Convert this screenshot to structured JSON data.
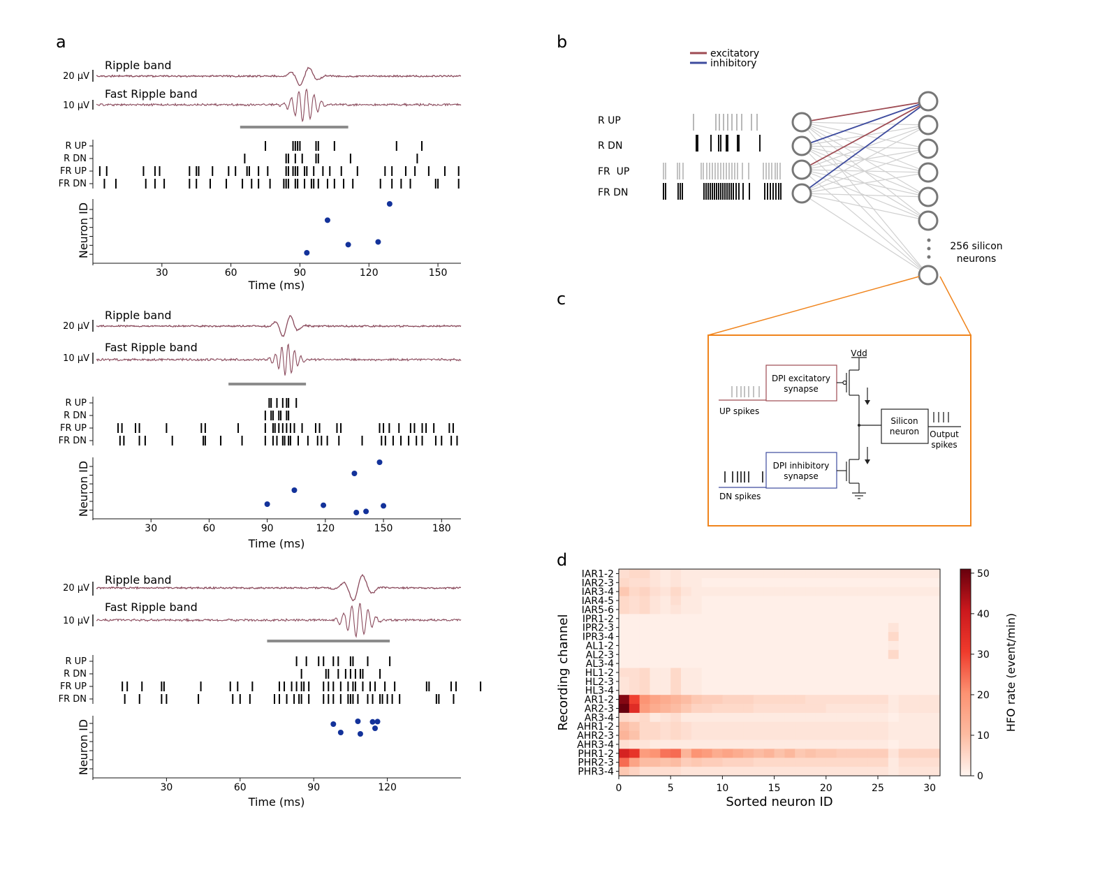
{
  "panel_letters": {
    "a": "a",
    "b": "b",
    "c": "c",
    "d": "d"
  },
  "panel_a": {
    "subplots": [
      {
        "ripple_label": "Ripple band",
        "fast_ripple_label": "Fast Ripple band",
        "ripple_scale": "20 μV",
        "fast_ripple_scale": "10 μV",
        "event_window_ms": [
          64,
          111
        ],
        "rows": [
          {
            "label": "R UP",
            "spikes": [
              75,
              87,
              88,
              89,
              90,
              97,
              98,
              105,
              132,
              143
            ]
          },
          {
            "label": "R DN",
            "spikes": [
              66,
              84,
              85,
              88,
              91,
              97,
              98,
              112,
              141
            ]
          },
          {
            "label": "FR UP",
            "spikes": [
              3,
              6,
              22,
              27,
              29,
              42,
              45,
              46,
              52,
              59,
              62,
              67,
              68,
              72,
              76,
              84,
              85,
              87,
              88,
              89,
              92,
              93,
              96,
              100,
              103,
              108,
              115,
              127,
              130,
              136,
              140,
              146,
              153,
              159
            ]
          },
          {
            "label": "FR DN",
            "spikes": [
              5,
              10,
              23,
              27,
              31,
              42,
              45,
              51,
              58,
              65,
              69,
              72,
              77,
              83,
              84,
              85,
              88,
              89,
              92,
              95,
              96,
              98,
              102,
              105,
              109,
              113,
              125,
              130,
              134,
              138,
              149,
              150,
              159
            ]
          }
        ],
        "neuron_points": [
          [
            93,
            1
          ],
          [
            102,
            7
          ],
          [
            111,
            2.5
          ],
          [
            124,
            3
          ],
          [
            129,
            10
          ]
        ],
        "xticks": [
          30,
          60,
          90,
          120,
          150
        ],
        "xmax": 160,
        "ylabel": "Neuron ID",
        "xlabel": "Time (ms)"
      },
      {
        "ripple_label": "Ripple band",
        "fast_ripple_label": "Fast Ripple band",
        "ripple_scale": "20 μV",
        "fast_ripple_scale": "10 μV",
        "event_window_ms": [
          70,
          110
        ],
        "rows": [
          {
            "label": "R UP",
            "spikes": [
              91,
              92,
              95,
              98,
              100,
              101,
              105
            ]
          },
          {
            "label": "R DN",
            "spikes": [
              89,
              92,
              93,
              96,
              97,
              100,
              101
            ]
          },
          {
            "label": "FR UP",
            "spikes": [
              13,
              15,
              22,
              24,
              38,
              56,
              58,
              75,
              89,
              93,
              94,
              96,
              98,
              100,
              102,
              104,
              108,
              115,
              117,
              126,
              128,
              148,
              150,
              153,
              158,
              164,
              166,
              170,
              172,
              176,
              184,
              186
            ]
          },
          {
            "label": "FR DN",
            "spikes": [
              14,
              16,
              24,
              27,
              41,
              57,
              58,
              66,
              77,
              89,
              93,
              95,
              98,
              99,
              101,
              102,
              106,
              111,
              116,
              118,
              121,
              127,
              139,
              149,
              151,
              155,
              159,
              163,
              167,
              170,
              177,
              180,
              185,
              188
            ]
          }
        ],
        "neuron_points": [
          [
            90,
            2.5
          ],
          [
            104,
            5
          ],
          [
            119,
            2.3
          ],
          [
            135,
            8
          ],
          [
            136,
            1
          ],
          [
            141,
            1.2
          ],
          [
            148,
            10
          ],
          [
            150,
            2.2
          ]
        ],
        "xticks": [
          30,
          60,
          90,
          120,
          150,
          180
        ],
        "xmax": 190,
        "ylabel": "Neuron ID",
        "xlabel": "Time (ms)"
      },
      {
        "ripple_label": "Ripple band",
        "fast_ripple_label": "Fast Ripple band",
        "ripple_scale": "20 μV",
        "fast_ripple_scale": "10 μV",
        "event_window_ms": [
          71,
          121
        ],
        "rows": [
          {
            "label": "R UP",
            "spikes": [
              83,
              87,
              92,
              94,
              98,
              100,
              105,
              106,
              112,
              121
            ]
          },
          {
            "label": "R DN",
            "spikes": [
              85,
              95,
              96,
              100,
              103,
              105,
              107,
              109,
              110,
              117
            ]
          },
          {
            "label": "FR UP",
            "spikes": [
              12,
              14,
              20,
              28,
              29,
              44,
              56,
              59,
              65,
              76,
              78,
              81,
              83,
              85,
              86,
              88,
              94,
              96,
              98,
              101,
              104,
              106,
              107,
              110,
              113,
              115,
              119,
              123,
              136,
              137,
              146,
              148,
              158
            ]
          },
          {
            "label": "FR DN",
            "spikes": [
              13,
              19,
              28,
              30,
              43,
              57,
              60,
              64,
              74,
              76,
              79,
              82,
              84,
              85,
              88,
              94,
              96,
              98,
              101,
              104,
              105,
              106,
              108,
              112,
              114,
              117,
              118,
              120,
              122,
              125,
              140,
              141,
              147
            ]
          }
        ],
        "neuron_points": [
          [
            98,
            7
          ],
          [
            101,
            4
          ],
          [
            108,
            8
          ],
          [
            109,
            3.5
          ],
          [
            114,
            7.8
          ],
          [
            115,
            5.5
          ],
          [
            116,
            7.9
          ]
        ],
        "xticks": [
          30,
          60,
          90,
          120
        ],
        "xmax": 150,
        "ylabel": "Neuron ID",
        "xlabel": "Time (ms)"
      }
    ]
  },
  "panel_b": {
    "legend": [
      {
        "label": "excitatory",
        "color": "#9e4a52"
      },
      {
        "label": "inhibitory",
        "color": "#3d4b9e"
      }
    ],
    "inputs": [
      {
        "label": "R UP"
      },
      {
        "label": "R DN"
      },
      {
        "label": "FR  UP"
      },
      {
        "label": "FR DN"
      }
    ],
    "output_label_line1": "256 silicon",
    "output_label_line2": "neurons"
  },
  "panel_c": {
    "vdd": "Vdd",
    "exc_box_line1": "DPI excitatory",
    "exc_box_line2": "synapse",
    "inh_box_line1": "DPI inhibitory",
    "inh_box_line2": "synapse",
    "neuron_box_line1": "Silicon",
    "neuron_box_line2": "neuron",
    "up_spikes": "UP spikes",
    "dn_spikes": "DN spikes",
    "output_line1": "Output",
    "output_line2": "spikes",
    "border_color": "#f0841c"
  },
  "chart_data": {
    "type": "heatmap",
    "title": "",
    "xlabel": "Sorted neuron ID",
    "ylabel": "Recording channel",
    "colorbar_label": "HFO rate (event/min)",
    "xticks": [
      0,
      5,
      10,
      15,
      20,
      25,
      30
    ],
    "colorbar_ticks": [
      0,
      10,
      20,
      30,
      40,
      50
    ],
    "colorscale": "Reds",
    "vmin": 0,
    "vmax": 51,
    "x_columns": 31,
    "rows": [
      "IAR1-2",
      "IAR2-3",
      "IAR3-4",
      "IAR4-5",
      "IAR5-6",
      "IPR1-2",
      "IPR2-3",
      "IPR3-4",
      "AL1-2",
      "AL2-3",
      "AL3-4",
      "HL1-2",
      "HL2-3",
      "HL3-4",
      "AR1-2",
      "AR2-3",
      "AR3-4",
      "AHR1-2",
      "AHR2-3",
      "AHR3-4",
      "PHR1-2",
      "PHR2-3",
      "PHR3-4"
    ],
    "values": [
      [
        4,
        5,
        5,
        3,
        2,
        3,
        2,
        2,
        2,
        2,
        2,
        2,
        2,
        2,
        2,
        2,
        2,
        2,
        2,
        2,
        2,
        2,
        2,
        2,
        2,
        2,
        2,
        2,
        2,
        2,
        2
      ],
      [
        5,
        4,
        4,
        3,
        2,
        3,
        2,
        2,
        1,
        1,
        1,
        1,
        1,
        1,
        1,
        1,
        1,
        1,
        1,
        1,
        1,
        1,
        1,
        1,
        1,
        1,
        1,
        1,
        1,
        1,
        1
      ],
      [
        8,
        5,
        6,
        4,
        3,
        5,
        3,
        2,
        2,
        2,
        2,
        2,
        2,
        2,
        2,
        2,
        2,
        2,
        2,
        2,
        2,
        2,
        2,
        2,
        2,
        2,
        2,
        2,
        2,
        2,
        2
      ],
      [
        5,
        4,
        5,
        3,
        2,
        4,
        2,
        2,
        1,
        1,
        1,
        1,
        1,
        1,
        1,
        1,
        1,
        1,
        1,
        1,
        1,
        1,
        1,
        1,
        1,
        1,
        1,
        1,
        1,
        1,
        1
      ],
      [
        5,
        4,
        5,
        3,
        2,
        3,
        2,
        2,
        1,
        1,
        1,
        1,
        1,
        1,
        1,
        1,
        1,
        1,
        1,
        1,
        1,
        1,
        1,
        1,
        1,
        1,
        1,
        1,
        1,
        1,
        1
      ],
      [
        1,
        1,
        1,
        1,
        1,
        1,
        1,
        1,
        1,
        1,
        1,
        1,
        1,
        1,
        1,
        1,
        1,
        1,
        1,
        1,
        1,
        1,
        1,
        1,
        1,
        1,
        1,
        1,
        1,
        1,
        1
      ],
      [
        1,
        1,
        1,
        1,
        1,
        1,
        1,
        1,
        1,
        1,
        1,
        1,
        1,
        1,
        1,
        1,
        1,
        1,
        1,
        1,
        1,
        1,
        1,
        1,
        1,
        1,
        3,
        1,
        1,
        1,
        1
      ],
      [
        1,
        1,
        1,
        1,
        1,
        1,
        1,
        1,
        1,
        1,
        1,
        1,
        1,
        1,
        1,
        1,
        1,
        1,
        1,
        1,
        1,
        1,
        1,
        1,
        1,
        1,
        5,
        1,
        1,
        1,
        1
      ],
      [
        1,
        1,
        1,
        1,
        1,
        1,
        1,
        1,
        1,
        1,
        1,
        1,
        1,
        1,
        1,
        1,
        1,
        1,
        1,
        1,
        1,
        1,
        1,
        1,
        1,
        1,
        2,
        1,
        1,
        1,
        1
      ],
      [
        1,
        1,
        1,
        1,
        1,
        1,
        1,
        1,
        1,
        1,
        1,
        1,
        1,
        1,
        1,
        1,
        1,
        1,
        1,
        1,
        1,
        1,
        1,
        1,
        1,
        1,
        5,
        1,
        1,
        1,
        1
      ],
      [
        1,
        1,
        1,
        1,
        1,
        1,
        1,
        1,
        1,
        1,
        1,
        1,
        1,
        1,
        1,
        1,
        1,
        1,
        1,
        1,
        1,
        1,
        1,
        1,
        1,
        1,
        1,
        1,
        1,
        1,
        1
      ],
      [
        4,
        4,
        5,
        2,
        2,
        5,
        2,
        2,
        1,
        1,
        1,
        1,
        1,
        1,
        1,
        1,
        1,
        1,
        1,
        1,
        1,
        1,
        1,
        1,
        1,
        1,
        1,
        1,
        1,
        1,
        1
      ],
      [
        3,
        4,
        5,
        2,
        2,
        5,
        2,
        2,
        1,
        1,
        1,
        1,
        1,
        1,
        1,
        1,
        1,
        1,
        1,
        1,
        1,
        1,
        1,
        1,
        1,
        1,
        1,
        1,
        1,
        1,
        1
      ],
      [
        3,
        4,
        5,
        2,
        2,
        5,
        2,
        2,
        1,
        1,
        1,
        1,
        1,
        1,
        1,
        1,
        1,
        1,
        1,
        1,
        1,
        1,
        1,
        1,
        1,
        1,
        1,
        1,
        1,
        1,
        1
      ],
      [
        48,
        30,
        20,
        16,
        14,
        12,
        10,
        8,
        7,
        7,
        6,
        6,
        6,
        5,
        5,
        5,
        5,
        5,
        4,
        4,
        4,
        4,
        4,
        4,
        4,
        4,
        2,
        3,
        3,
        3,
        3
      ],
      [
        51,
        35,
        18,
        14,
        12,
        10,
        8,
        6,
        6,
        5,
        5,
        5,
        5,
        4,
        4,
        4,
        4,
        4,
        4,
        4,
        3,
        3,
        3,
        3,
        3,
        3,
        2,
        3,
        3,
        3,
        3
      ],
      [
        5,
        4,
        5,
        2,
        3,
        4,
        2,
        2,
        2,
        2,
        2,
        2,
        2,
        2,
        2,
        2,
        2,
        2,
        2,
        2,
        2,
        2,
        2,
        2,
        2,
        2,
        1,
        2,
        2,
        2,
        2
      ],
      [
        10,
        8,
        5,
        5,
        4,
        5,
        4,
        3,
        3,
        3,
        3,
        3,
        3,
        3,
        3,
        3,
        3,
        3,
        3,
        3,
        3,
        3,
        3,
        3,
        3,
        3,
        2,
        2,
        2,
        2,
        2
      ],
      [
        12,
        9,
        5,
        5,
        4,
        5,
        4,
        3,
        3,
        3,
        3,
        3,
        3,
        3,
        3,
        3,
        3,
        3,
        3,
        3,
        3,
        3,
        3,
        3,
        3,
        3,
        2,
        2,
        2,
        2,
        2
      ],
      [
        4,
        3,
        3,
        2,
        2,
        2,
        2,
        2,
        2,
        2,
        2,
        2,
        2,
        2,
        2,
        2,
        2,
        2,
        2,
        2,
        2,
        2,
        2,
        2,
        2,
        2,
        1,
        2,
        2,
        2,
        2
      ],
      [
        38,
        33,
        18,
        20,
        24,
        25,
        12,
        20,
        18,
        14,
        16,
        14,
        12,
        10,
        12,
        9,
        11,
        8,
        9,
        8,
        8,
        7,
        7,
        7,
        7,
        7,
        3,
        6,
        6,
        6,
        6
      ],
      [
        25,
        16,
        10,
        10,
        9,
        10,
        7,
        8,
        7,
        7,
        6,
        6,
        6,
        5,
        5,
        5,
        5,
        5,
        5,
        5,
        5,
        5,
        5,
        5,
        5,
        5,
        2,
        4,
        4,
        4,
        4
      ],
      [
        8,
        6,
        4,
        4,
        4,
        4,
        3,
        3,
        3,
        3,
        3,
        3,
        3,
        3,
        3,
        3,
        3,
        3,
        3,
        3,
        3,
        3,
        3,
        3,
        3,
        3,
        2,
        3,
        3,
        3,
        3
      ]
    ]
  }
}
